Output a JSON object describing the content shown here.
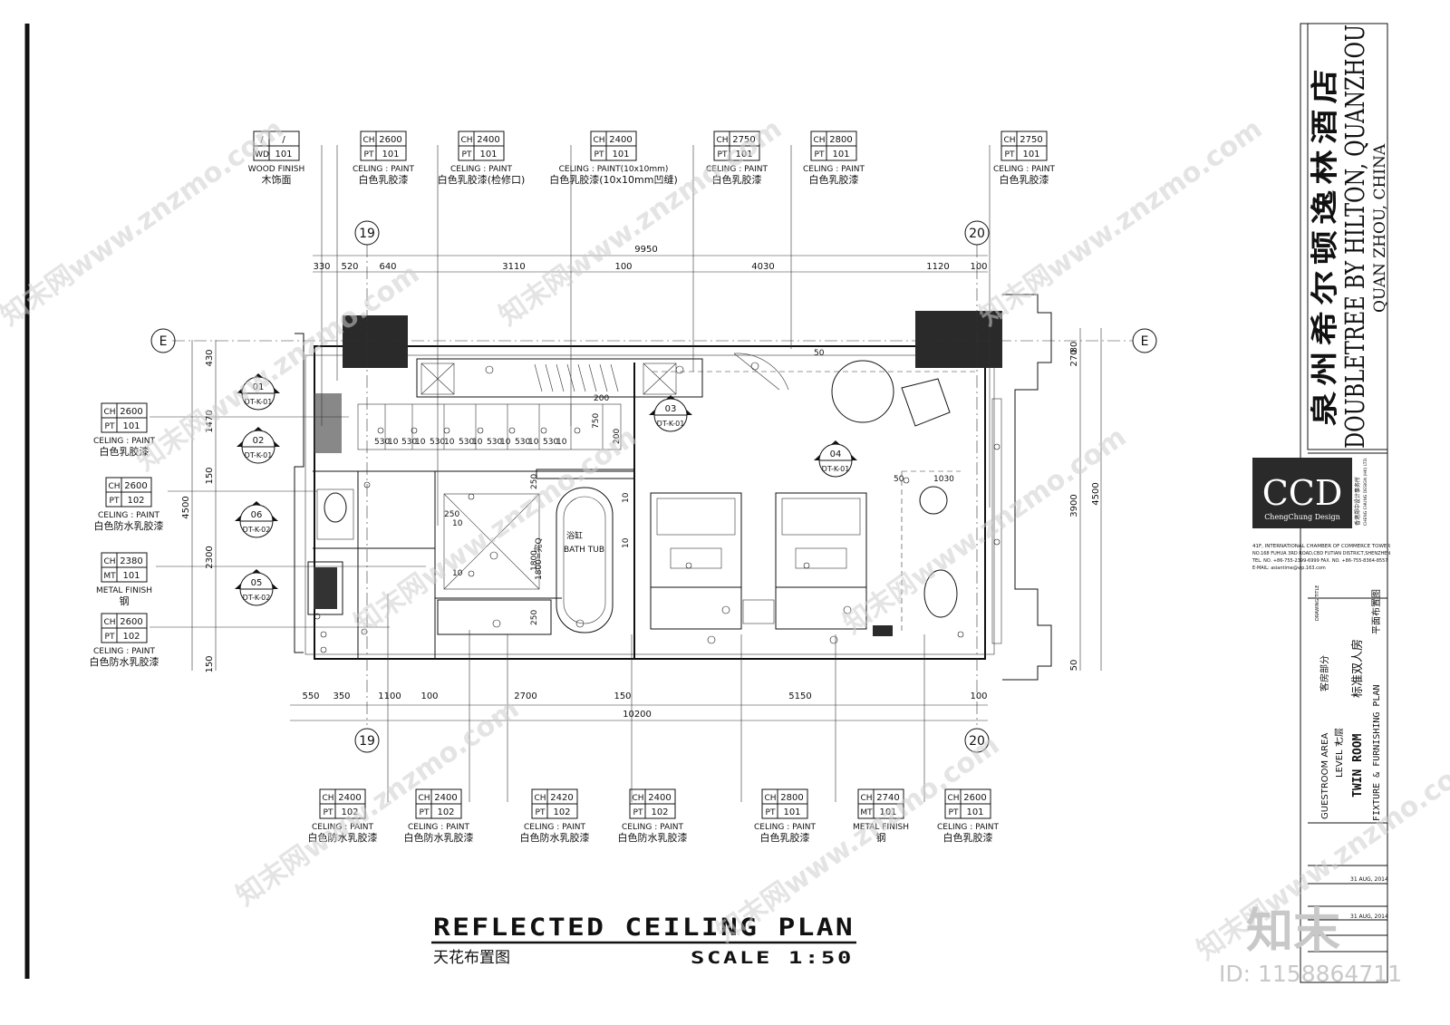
{
  "drawing": {
    "title": "REFLECTED CEILING PLAN",
    "title_cn": "天花布置图",
    "scale": "SCALE 1:50"
  },
  "grid": {
    "left_col": "19",
    "right_col": "20",
    "row": "E"
  },
  "dims": {
    "top_total": "9950",
    "top_parts": [
      "330",
      "520",
      "640",
      "3110",
      "100",
      "4030",
      "1120",
      "100"
    ],
    "bottom_total": "10200",
    "bottom_parts": [
      "550",
      "350",
      "1100",
      "100",
      "2700",
      "150",
      "5150",
      "100"
    ],
    "left_total": "4500",
    "left_parts": [
      "430",
      "1470",
      "150",
      "2300",
      "150"
    ],
    "right_total": "4500",
    "right_parts": [
      "270",
      "80",
      "3900",
      "50"
    ],
    "inner": [
      "530",
      "10",
      "530",
      "10",
      "530",
      "10",
      "530",
      "10",
      "530",
      "10",
      "530",
      "10",
      "530",
      "10",
      "200",
      "750",
      "200",
      "1800",
      "250",
      "250",
      "250",
      "1030",
      "50",
      "50",
      "10",
      "10",
      "10",
      "10"
    ]
  },
  "tags_top": [
    {
      "ch": "/",
      "v": "/",
      "code": "WD",
      "num": "101",
      "en": "WOOD FINISH",
      "cn": "木饰面"
    },
    {
      "ch": "CH",
      "v": "2600",
      "code": "PT",
      "num": "101",
      "en": "CELING : PAINT",
      "cn": "白色乳胶漆"
    },
    {
      "ch": "CH",
      "v": "2400",
      "code": "PT",
      "num": "101",
      "en": "CELING : PAINT",
      "cn": "白色乳胶漆(检修口)"
    },
    {
      "ch": "CH",
      "v": "2400",
      "code": "PT",
      "num": "101",
      "en": "CELING : PAINT(10x10mm)",
      "cn": "白色乳胶漆(10x10mm凹缝)"
    },
    {
      "ch": "CH",
      "v": "2750",
      "code": "PT",
      "num": "101",
      "en": "CELING : PAINT",
      "cn": "白色乳胶漆"
    },
    {
      "ch": "CH",
      "v": "2800",
      "code": "PT",
      "num": "101",
      "en": "CELING : PAINT",
      "cn": "白色乳胶漆"
    },
    {
      "ch": "CH",
      "v": "2750",
      "code": "PT",
      "num": "101",
      "en": "CELING : PAINT",
      "cn": "白色乳胶漆"
    }
  ],
  "tags_left": [
    {
      "ch": "CH",
      "v": "2600",
      "code": "PT",
      "num": "101",
      "en": "CELING : PAINT",
      "cn": "白色乳胶漆"
    },
    {
      "ch": "CH",
      "v": "2600",
      "code": "PT",
      "num": "102",
      "en": "CELING : PAINT",
      "cn": "白色防水乳胶漆"
    },
    {
      "ch": "CH",
      "v": "2380",
      "code": "MT",
      "num": "101",
      "en": "METAL FINISH",
      "cn": "钢"
    },
    {
      "ch": "CH",
      "v": "2600",
      "code": "PT",
      "num": "102",
      "en": "CELING : PAINT",
      "cn": "白色防水乳胶漆"
    }
  ],
  "tags_bottom": [
    {
      "ch": "CH",
      "v": "2400",
      "code": "PT",
      "num": "102",
      "en": "CELING : PAINT",
      "cn": "白色防水乳胶漆"
    },
    {
      "ch": "CH",
      "v": "2400",
      "code": "PT",
      "num": "102",
      "en": "CELING : PAINT",
      "cn": "白色防水乳胶漆"
    },
    {
      "ch": "CH",
      "v": "2420",
      "code": "PT",
      "num": "102",
      "en": "CELING : PAINT",
      "cn": "白色防水乳胶漆"
    },
    {
      "ch": "CH",
      "v": "2400",
      "code": "PT",
      "num": "102",
      "en": "CELING : PAINT",
      "cn": "白色防水乳胶漆"
    },
    {
      "ch": "CH",
      "v": "2800",
      "code": "PT",
      "num": "101",
      "en": "CELING : PAINT",
      "cn": "白色乳胶漆"
    },
    {
      "ch": "CH",
      "v": "2740",
      "code": "MT",
      "num": "101",
      "en": "METAL FINISH",
      "cn": "钢"
    },
    {
      "ch": "CH",
      "v": "2600",
      "code": "PT",
      "num": "101",
      "en": "CELING : PAINT",
      "cn": "白色乳胶漆"
    }
  ],
  "callouts": [
    {
      "num": "01",
      "ref": "DT-K-01"
    },
    {
      "num": "02",
      "ref": "DT-K-01"
    },
    {
      "num": "06",
      "ref": "DT-K-02"
    },
    {
      "num": "05",
      "ref": "DT-K-02"
    },
    {
      "num": "03",
      "ref": "DT-K-01"
    },
    {
      "num": "04",
      "ref": "DT-K-01"
    }
  ],
  "bath": {
    "label_cn": "浴缸",
    "label_en": "BATH TUB",
    "note": "1800=完Q"
  },
  "titleblock": {
    "project_cn": "泉州希尔顿逸林酒店",
    "project_en": "DOUBLETREE BY HILTON, QUANZHOU",
    "location": "QUAN ZHOU, CHINA",
    "logo": "CCD",
    "logo_sub": "ChengChung Design",
    "firm_cn": "香港郑中设计事务所",
    "firm_en": "CHENG CHUNG DESIGN (HK) LTD.",
    "address1": "41F, INTERNATIONAL CHAMBER OF COMMERCE TOWER",
    "address2": "NO.168 FUHUA 3RD ROAD,CBD FUTIAN DISTRICT,SHENZHEN",
    "tel": "TEL. NO. +86-755-2399-6999    FAX. NO. +86-755-8364-8557",
    "email": "E-MAIL: asiantime@vip.163.com",
    "dtitle_label": "DRAWING TITLE",
    "area_en": "GUESTROOM AREA",
    "area_cn": "客房部分",
    "level_en": "LEVEL 7",
    "level_cn": "七层",
    "room_en": "TWIN ROOM",
    "room_cn": "标准双人房",
    "plan_en": "FIXTURE & FURNISHING PLAN",
    "plan_cn": "平面布置图",
    "date1": "31 AUG, 2014",
    "date2": "31 AUG, 2014"
  },
  "watermark": {
    "text": "知末网www.znzmo.com",
    "brand": "知末",
    "id": "ID: 1158864711"
  },
  "colors": {
    "ink": "#111111",
    "fill": "#2a2a2a",
    "watermark": "#cfcfcf"
  }
}
